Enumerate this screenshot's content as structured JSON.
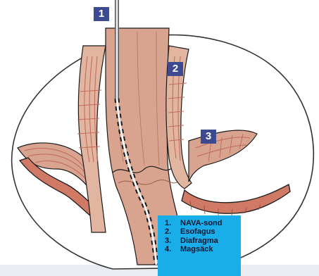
{
  "markers": [
    {
      "number": "1"
    },
    {
      "number": "2"
    },
    {
      "number": "3"
    }
  ],
  "legend": {
    "items": [
      {
        "number": "1.",
        "label": "NAVA-sond"
      },
      {
        "number": "2.",
        "label": "Esofagus"
      },
      {
        "number": "3.",
        "label": "Diafragma"
      },
      {
        "number": "4.",
        "label": "Magsäck"
      }
    ]
  },
  "colors": {
    "marker_background": "#3d4a8f",
    "legend_background": "#19aee9",
    "tissue": "#d9a48f",
    "muscle": "#d07a66",
    "outline": "#1a1a1a"
  }
}
